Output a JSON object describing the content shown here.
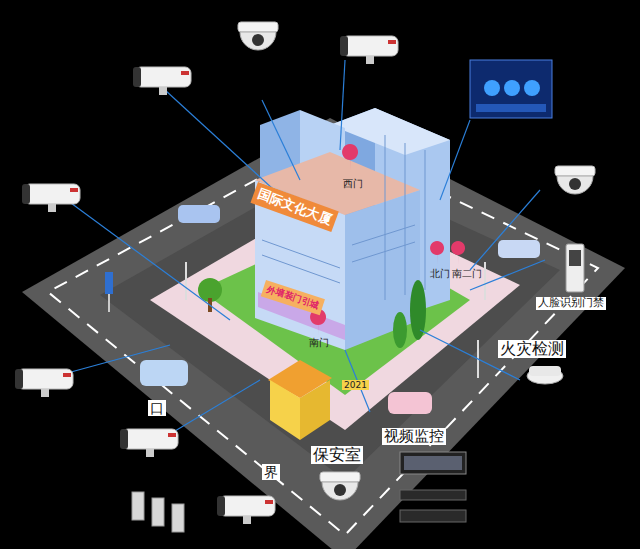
{
  "diagram": {
    "nodes": [
      {
        "text": [
          "国际文化大厦"
        ]
      },
      {
        "text": [
          "外墙装门引城"
        ]
      }
    ],
    "labels": [
      "西门",
      "北门",
      "南二门",
      "南门",
      "2021",
      "人脸识别门禁",
      "火灾检测",
      "视频监控",
      "保安室",
      "口",
      "界"
    ]
  }
}
